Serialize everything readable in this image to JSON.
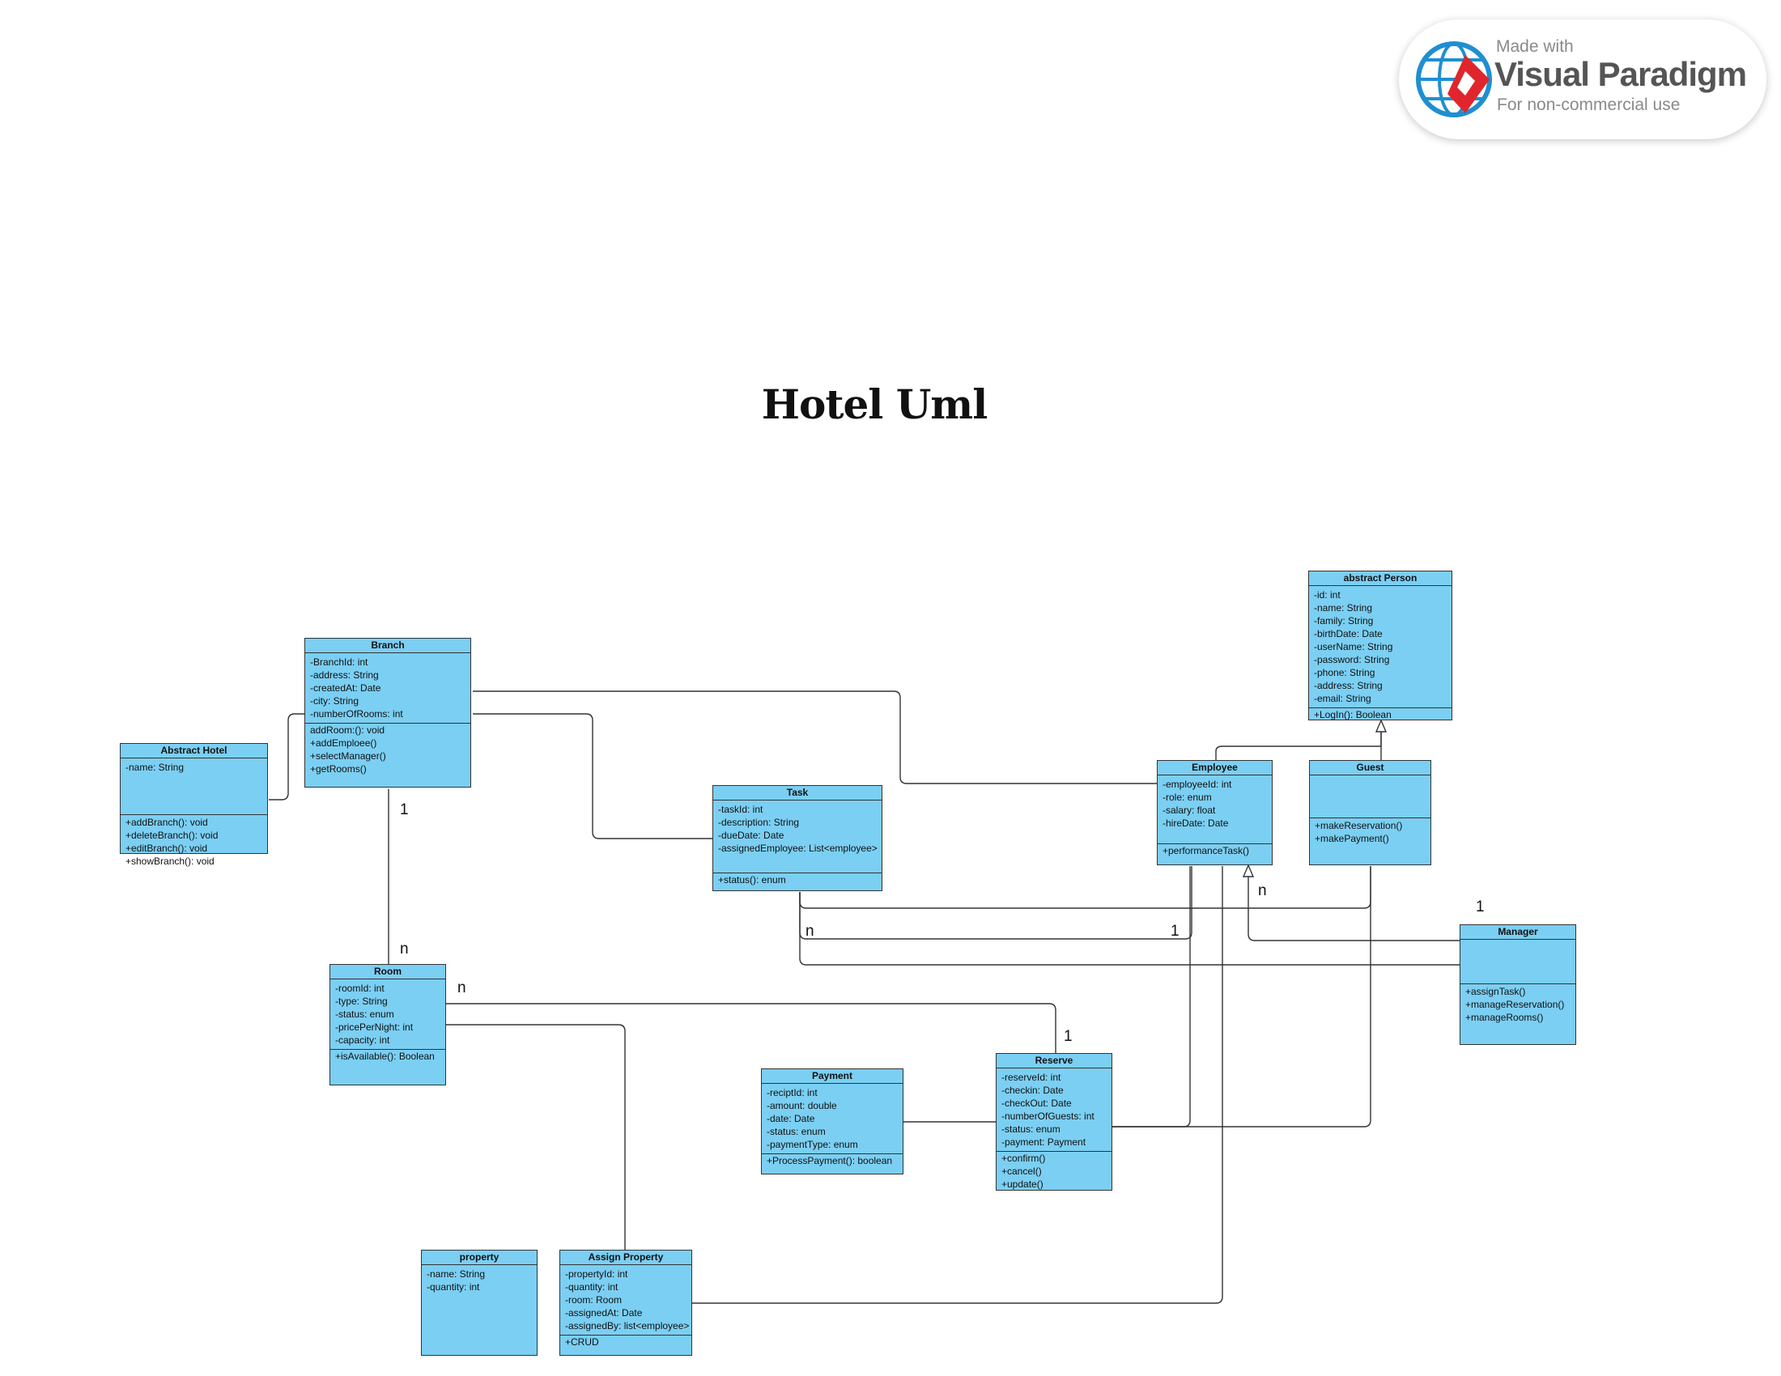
{
  "title": "Hotel Uml",
  "watermark": {
    "made_with": "Made with",
    "brand": "Visual Paradigm",
    "note": "For non-commercial use"
  },
  "colors": {
    "class_fill": "#7bcff3",
    "stroke": "#333333",
    "brand_red": "#e0262c",
    "globe_blue": "#1f8fd0"
  },
  "classes": {
    "abstract_person": {
      "name": "abstract Person",
      "attributes": [
        "-id: int",
        "-name: String",
        "-family: String",
        "-birthDate: Date",
        "-userName: String",
        "-password: String",
        "-phone: String",
        "-address: String",
        "-email: String"
      ],
      "methods": [
        "+LogIn(): Boolean"
      ]
    },
    "branch": {
      "name": "Branch",
      "attributes": [
        "-BranchId: int",
        "-address: String",
        "-createdAt: Date",
        "-city: String",
        "-numberOfRooms: int"
      ],
      "methods": [
        "addRoom:(): void",
        "+addEmploee()",
        "+selectManager()",
        "+getRooms()"
      ]
    },
    "abstract_hotel": {
      "name": "Abstract Hotel",
      "attributes": [
        "-name: String"
      ],
      "methods": [
        "+addBranch(): void",
        "+deleteBranch(): void",
        "+editBranch(): void",
        "+showBranch(): void"
      ]
    },
    "task": {
      "name": "Task",
      "attributes": [
        "-taskId: int",
        "-description: String",
        "-dueDate: Date",
        "-assignedEmployee: List<employee>"
      ],
      "methods": [
        "+status(): enum"
      ]
    },
    "employee": {
      "name": "Employee",
      "attributes": [
        "-employeeId: int",
        "-role: enum",
        "-salary: float",
        "-hireDate: Date"
      ],
      "methods": [
        "+performanceTask()"
      ]
    },
    "guest": {
      "name": "Guest",
      "attributes": [],
      "methods": [
        "+makeReservation()",
        "+makePayment()"
      ]
    },
    "manager": {
      "name": "Manager",
      "attributes": [],
      "methods": [
        "+assignTask()",
        "+manageReservation()",
        "+manageRooms()"
      ]
    },
    "room": {
      "name": "Room",
      "attributes": [
        "-roomId: int",
        "-type: String",
        "-status: enum",
        "-pricePerNight: int",
        "-capacity: int"
      ],
      "methods": [
        "+isAvailable(): Boolean"
      ]
    },
    "payment": {
      "name": "Payment",
      "attributes": [
        "-reciptId: int",
        "-amount: double",
        "-date: Date",
        "-status: enum",
        "-paymentType: enum"
      ],
      "methods": [
        "+ProcessPayment(): boolean"
      ]
    },
    "reserve": {
      "name": "Reserve",
      "attributes": [
        "-reserveId: int",
        "-checkin: Date",
        "-checkOut: Date",
        "-numberOfGuests: int",
        "-status: enum",
        "-payment: Payment"
      ],
      "methods": [
        "+confirm()",
        "+cancel()",
        "+update()"
      ]
    },
    "property": {
      "name": "property",
      "attributes": [
        "-name: String",
        "-quantity: int"
      ],
      "methods": []
    },
    "assign_property": {
      "name": "Assign Property",
      "attributes": [
        "-propertyId: int",
        "-quantity: int",
        "-room: Room",
        "-assignedAt: Date",
        "-assignedBy: list<employee>"
      ],
      "methods": [
        "+CRUD"
      ]
    }
  },
  "multiplicities": {
    "branch_room_one": "1",
    "branch_room_many": "n",
    "room_reserve_many": "n",
    "room_reserve_one": "1",
    "task_employee_many": "n",
    "task_employee_one": "1",
    "employee_manager_many": "n",
    "employee_manager_one": "1"
  }
}
